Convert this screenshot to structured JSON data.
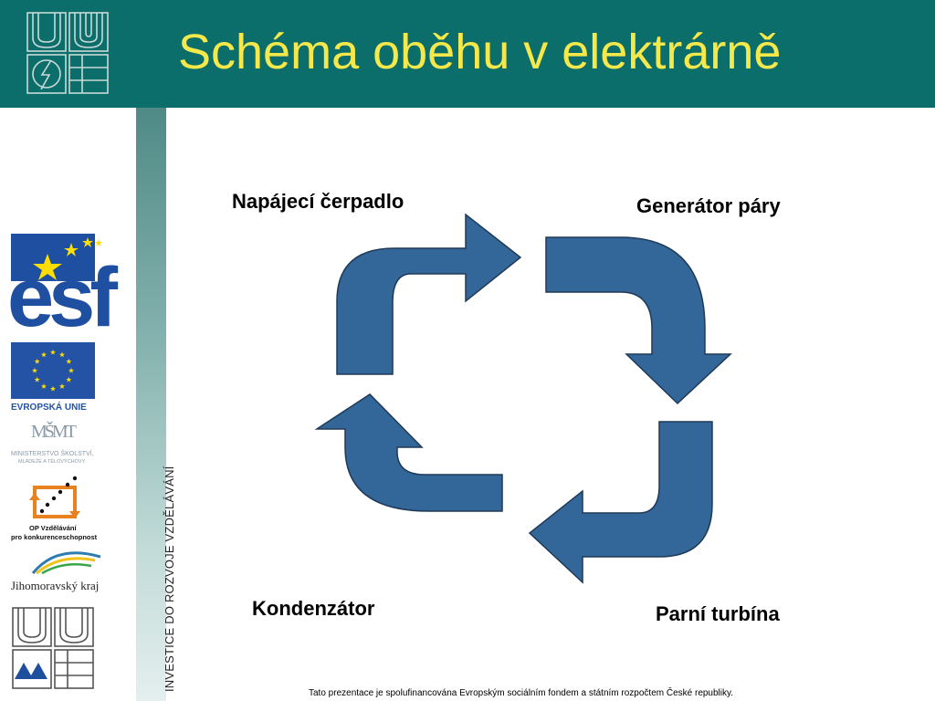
{
  "slide": {
    "title": "Schéma oběhu v elektrárně",
    "vertical_text": "INVESTICE DO ROZVOJE VZDĚLÁVÁNÍ",
    "footer": "Tato prezentace je spolufinancována Evropským sociálním fondem a státním rozpočtem České republiky."
  },
  "diagram": {
    "labels": {
      "pump": "Napájecí čerpadlo",
      "steam_generator": "Generátor páry",
      "turbine": "Parní turbína",
      "condenser": "Kondenzátor"
    }
  },
  "logos": {
    "esf": "esf",
    "eu": "EVROPSKÁ UNIE",
    "msmt_monogram": "MŠMT",
    "msmt_line1": "MINISTERSTVO ŠKOLSTVÍ,",
    "msmt_line2": "MLÁDEŽE A TĚLOVÝCHOVY",
    "op_line1": "OP Vzdělávání",
    "op_line2": "pro konkurenceschopnost",
    "region": "Jihomoravský kraj"
  },
  "colors": {
    "header_bg": "#0c6e6a",
    "title_text": "#f5e84a",
    "arrow_fill": "#336699",
    "arrow_stroke": "#1f3a57",
    "esf_blue": "#1e4fa0",
    "eu_blue": "#2453a6",
    "star_yellow": "#ffdd00",
    "op_orange": "#e8821e"
  }
}
